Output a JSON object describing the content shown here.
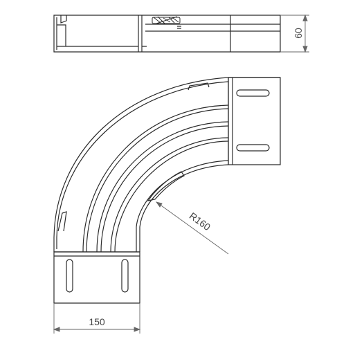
{
  "drawing": {
    "dimensions": {
      "height_label": "60",
      "width_label": "150",
      "radius_label": "R160"
    },
    "colors": {
      "outline": "#2b2b2b",
      "dimension": "#666666",
      "background": "#ffffff"
    }
  }
}
